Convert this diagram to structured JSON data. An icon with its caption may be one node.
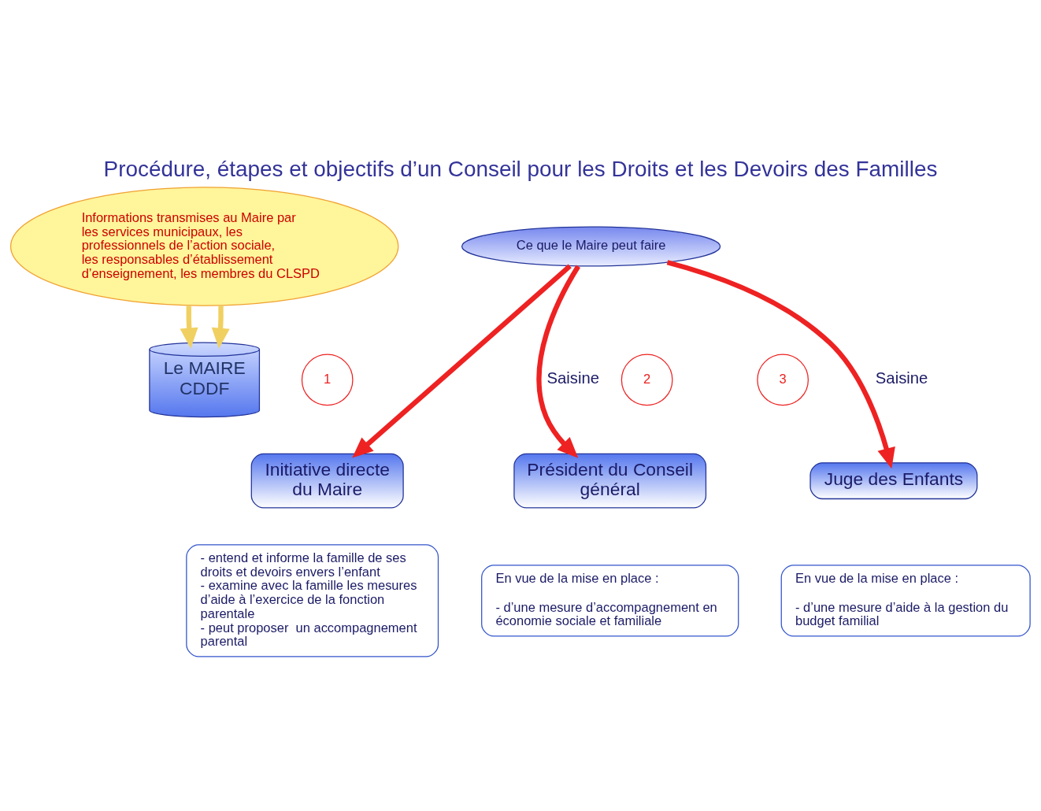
{
  "diagram": {
    "title": "Procédure, étapes et objectifs d’un Conseil pour les Droits et les Devoirs des Familles",
    "nodes": [
      {
        "text": [
          "Informations transmises au Maire par les services municipaux, les professionnels de l’action sociale, les responsables d’établissement d’enseignement, les membres du CLSPD"
        ]
      },
      {
        "text": [
          "Le MAIRE CDDF"
        ]
      },
      {
        "text": [
          "Ce que le Maire peut faire"
        ]
      },
      {
        "text": [
          "1"
        ]
      },
      {
        "text": [
          "2"
        ]
      },
      {
        "text": [
          "3"
        ]
      },
      {
        "text": [
          "Initiative directe du Maire"
        ]
      },
      {
        "text": [
          "Président du Conseil général"
        ]
      },
      {
        "text": [
          "Juge des Enfants"
        ]
      },
      {
        "text": [
          "- entend et informe la famille de ses droits et devoirs envers l’enfant",
          "- examine avec la famille les mesures d’aide à l’exercice de la fonction parentale",
          "- peut proposer  un accompagnement parental"
        ]
      },
      {
        "text": [
          "En vue de la mise en place :",
          "- d’une mesure d’accompagnement en économie sociale et familiale"
        ]
      },
      {
        "text": [
          "En vue de la mise en place :",
          "- d’une mesure d’aide à la gestion du budget familial"
        ]
      }
    ],
    "edges": [
      {
        "from": 0,
        "to": 1,
        "arrow": "to",
        "color": "#f0d060"
      },
      {
        "from": 0,
        "to": 1,
        "arrow": "to",
        "color": "#f0d060"
      },
      {
        "from": 2,
        "to": 6,
        "arrow": "to"
      },
      {
        "from": 2,
        "to": 7,
        "arrow": "to",
        "label": "Saisine"
      },
      {
        "from": 2,
        "to": 8,
        "arrow": "to",
        "label": "Saisine"
      }
    ]
  }
}
